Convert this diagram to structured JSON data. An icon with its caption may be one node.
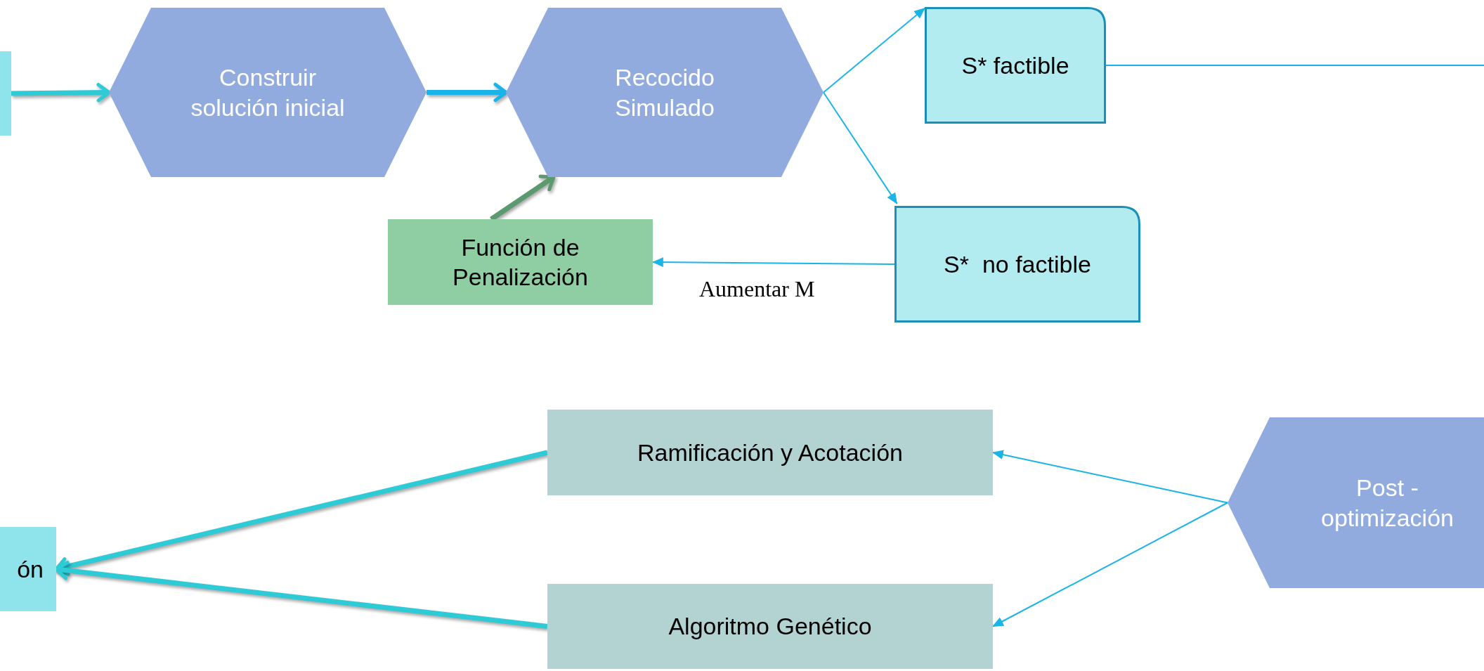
{
  "diagram": {
    "nodes": [
      {
        "text": [],
        "shape": "box"
      },
      {
        "text": [
          "Construir solución inicial"
        ]
      },
      {
        "text": [
          "Recocido Simulado"
        ]
      },
      {
        "text": [
          "S* factible"
        ]
      },
      {
        "text": [
          "Función de Penalización"
        ]
      },
      {
        "text": [
          "S*  no factible"
        ]
      },
      {
        "text": [
          "Ramificación y Acotación"
        ]
      },
      {
        "text": [
          "ón"
        ]
      },
      {
        "text": [
          "Algoritmo Genético"
        ]
      },
      {
        "text": [
          "Post - optimización"
        ]
      }
    ],
    "edges": [
      {
        "from": 0,
        "to": 1,
        "arrow": "to",
        "style": "thick",
        "color": "#2ecad6"
      },
      {
        "from": 1,
        "to": 2,
        "arrow": "to",
        "style": "thick"
      },
      {
        "from": 2,
        "to": 3,
        "arrow": "to"
      },
      {
        "from": 2,
        "to": 5,
        "arrow": "to"
      },
      {
        "from": 3,
        "to": null,
        "arrow": "none"
      },
      {
        "from": 5,
        "to": 4,
        "arrow": "to",
        "label": "Aumentar M"
      },
      {
        "from": 4,
        "to": 2,
        "arrow": "to",
        "style": "thick",
        "color": "#5b9a6e"
      },
      {
        "from": 9,
        "to": 6,
        "arrow": "to"
      },
      {
        "from": 9,
        "to": 8,
        "arrow": "to"
      },
      {
        "from": 6,
        "to": 7,
        "arrow": "to",
        "style": "thick",
        "color": "#2ecad6"
      },
      {
        "from": 8,
        "to": 7,
        "arrow": "to",
        "style": "thick",
        "color": "#2ecad6"
      }
    ]
  }
}
